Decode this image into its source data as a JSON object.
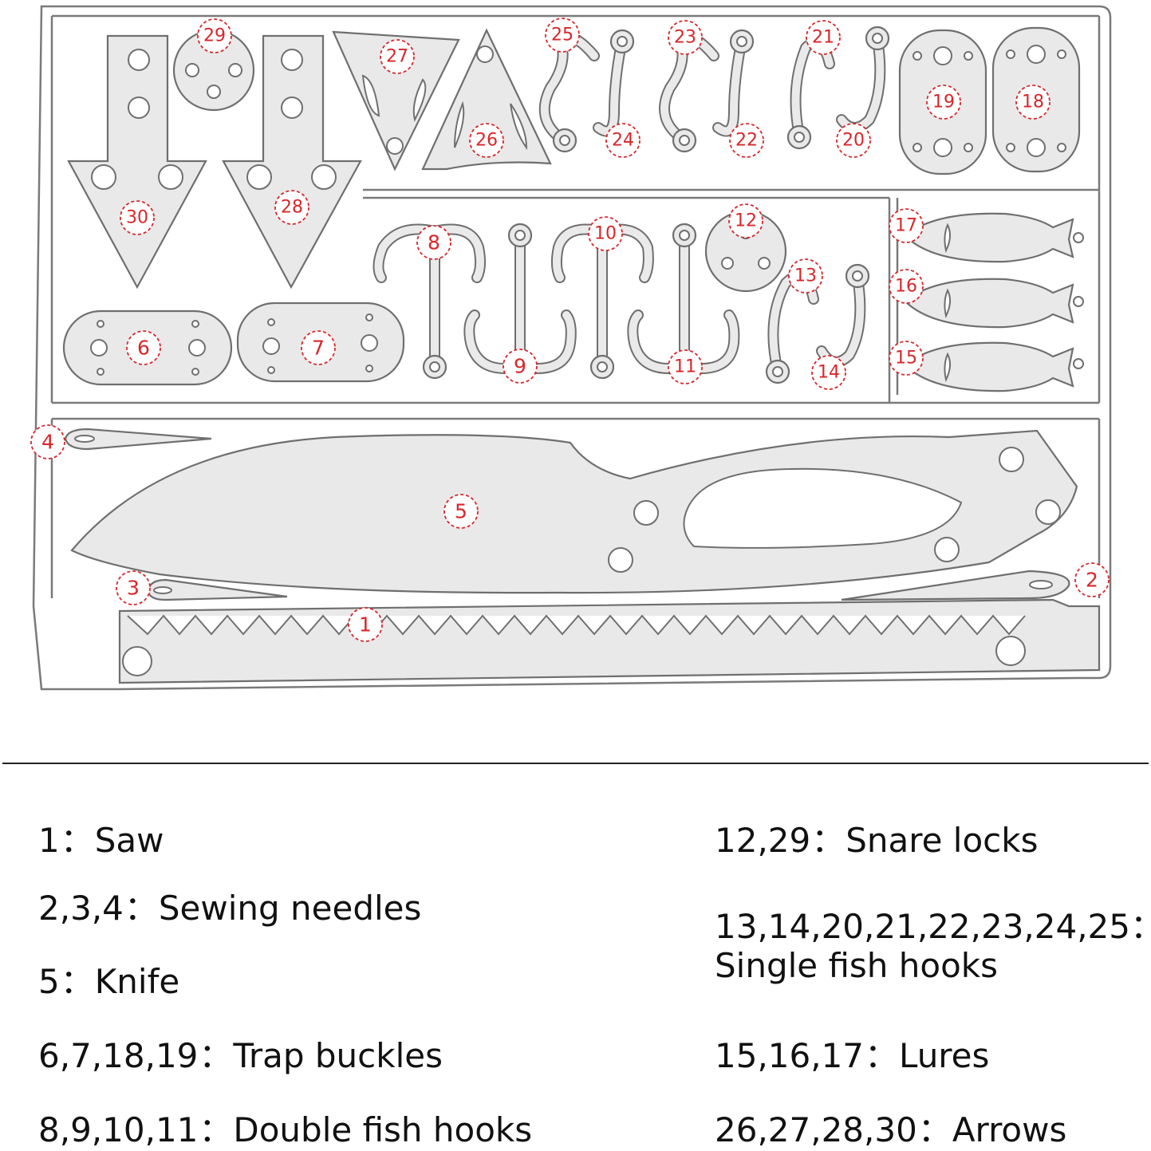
{
  "callouts": [
    {
      "id": "1"
    },
    {
      "id": "2"
    },
    {
      "id": "3"
    },
    {
      "id": "4"
    },
    {
      "id": "5"
    },
    {
      "id": "6"
    },
    {
      "id": "7"
    },
    {
      "id": "8"
    },
    {
      "id": "9"
    },
    {
      "id": "10"
    },
    {
      "id": "11"
    },
    {
      "id": "12"
    },
    {
      "id": "13"
    },
    {
      "id": "14"
    },
    {
      "id": "15"
    },
    {
      "id": "16"
    },
    {
      "id": "17"
    },
    {
      "id": "18"
    },
    {
      "id": "19"
    },
    {
      "id": "20"
    },
    {
      "id": "21"
    },
    {
      "id": "22"
    },
    {
      "id": "23"
    },
    {
      "id": "24"
    },
    {
      "id": "25"
    },
    {
      "id": "26"
    },
    {
      "id": "27"
    },
    {
      "id": "28"
    },
    {
      "id": "29"
    },
    {
      "id": "30"
    }
  ],
  "legend": {
    "separator": "：",
    "items": [
      {
        "numbers": "1",
        "label": "Saw"
      },
      {
        "numbers": "2,3,4",
        "label": "Sewing needles"
      },
      {
        "numbers": "5",
        "label": "Knife"
      },
      {
        "numbers": "6,7,18,19",
        "label": "Trap buckles"
      },
      {
        "numbers": "8,9,10,11",
        "label": "Double fish hooks"
      },
      {
        "numbers": "12,29",
        "label": "Snare locks"
      },
      {
        "numbers": "13,14,20,21,22,23,24,25",
        "label": "Single fish hooks"
      },
      {
        "numbers": "15,16,17",
        "label": "Lures"
      },
      {
        "numbers": "26,27,28,30",
        "label": "Arrows"
      }
    ]
  },
  "colors": {
    "callout": "#d8262a",
    "metal": "#e9e9e9",
    "outline": "#6f6f6f",
    "divider": "#222222"
  }
}
